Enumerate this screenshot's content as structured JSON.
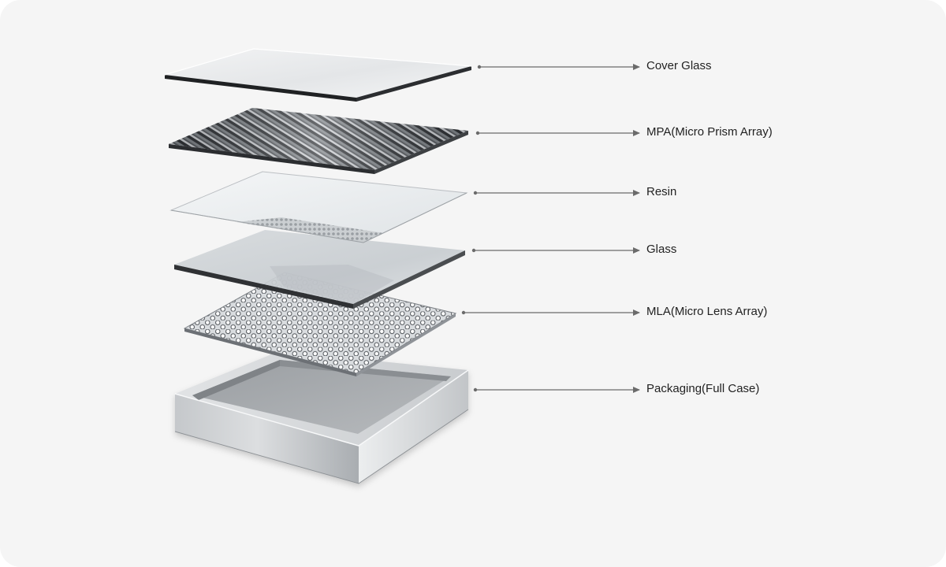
{
  "layers": [
    {
      "key": "cover-glass",
      "label": "Cover Glass"
    },
    {
      "key": "mpa",
      "label": "MPA(Micro Prism Array)"
    },
    {
      "key": "resin",
      "label": "Resin"
    },
    {
      "key": "glass",
      "label": "Glass"
    },
    {
      "key": "mla",
      "label": "MLA(Micro Lens Array)"
    },
    {
      "key": "packaging",
      "label": "Packaging(Full Case)"
    }
  ],
  "colors": {
    "background": "#f5f5f5",
    "leader_line": "#6b6b6b",
    "label_text": "#222222",
    "metal": "#b9bcbf",
    "dark_edge": "#2b2b2b"
  }
}
